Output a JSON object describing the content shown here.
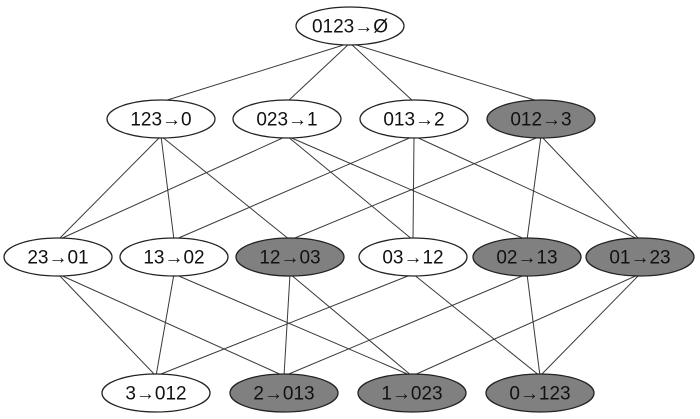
{
  "colors": {
    "background": "#ffffff",
    "node_plain": "#ffffff",
    "node_highlighted": "#808080",
    "stroke": "#222222",
    "edge": "#3a3a3a"
  },
  "nodes": [
    {
      "id": "n0123_empty",
      "label": "0123→Ø",
      "highlighted": false
    },
    {
      "id": "n123_0",
      "label": "123→0",
      "highlighted": false
    },
    {
      "id": "n023_1",
      "label": "023→1",
      "highlighted": false
    },
    {
      "id": "n013_2",
      "label": "013→2",
      "highlighted": false
    },
    {
      "id": "n012_3",
      "label": "012→3",
      "highlighted": true
    },
    {
      "id": "n23_01",
      "label": "23→01",
      "highlighted": false
    },
    {
      "id": "n13_02",
      "label": "13→02",
      "highlighted": false
    },
    {
      "id": "n12_03",
      "label": "12→03",
      "highlighted": true
    },
    {
      "id": "n03_12",
      "label": "03→12",
      "highlighted": false
    },
    {
      "id": "n02_13",
      "label": "02→13",
      "highlighted": true
    },
    {
      "id": "n01_23",
      "label": "01→23",
      "highlighted": true
    },
    {
      "id": "n3_012",
      "label": "3→012",
      "highlighted": false
    },
    {
      "id": "n2_013",
      "label": "2→013",
      "highlighted": true
    },
    {
      "id": "n1_023",
      "label": "1→023",
      "highlighted": true
    },
    {
      "id": "n0_123",
      "label": "0→123",
      "highlighted": true
    }
  ],
  "edges": [
    [
      "n0123_empty",
      "n123_0"
    ],
    [
      "n0123_empty",
      "n023_1"
    ],
    [
      "n0123_empty",
      "n013_2"
    ],
    [
      "n0123_empty",
      "n012_3"
    ],
    [
      "n123_0",
      "n23_01"
    ],
    [
      "n123_0",
      "n13_02"
    ],
    [
      "n123_0",
      "n12_03"
    ],
    [
      "n023_1",
      "n23_01"
    ],
    [
      "n023_1",
      "n03_12"
    ],
    [
      "n023_1",
      "n02_13"
    ],
    [
      "n013_2",
      "n13_02"
    ],
    [
      "n013_2",
      "n03_12"
    ],
    [
      "n013_2",
      "n01_23"
    ],
    [
      "n012_3",
      "n12_03"
    ],
    [
      "n012_3",
      "n02_13"
    ],
    [
      "n012_3",
      "n01_23"
    ],
    [
      "n23_01",
      "n3_012"
    ],
    [
      "n23_01",
      "n2_013"
    ],
    [
      "n13_02",
      "n3_012"
    ],
    [
      "n13_02",
      "n1_023"
    ],
    [
      "n12_03",
      "n2_013"
    ],
    [
      "n12_03",
      "n1_023"
    ],
    [
      "n03_12",
      "n3_012"
    ],
    [
      "n03_12",
      "n0_123"
    ],
    [
      "n02_13",
      "n2_013"
    ],
    [
      "n02_13",
      "n0_123"
    ],
    [
      "n01_23",
      "n1_023"
    ],
    [
      "n01_23",
      "n0_123"
    ]
  ]
}
